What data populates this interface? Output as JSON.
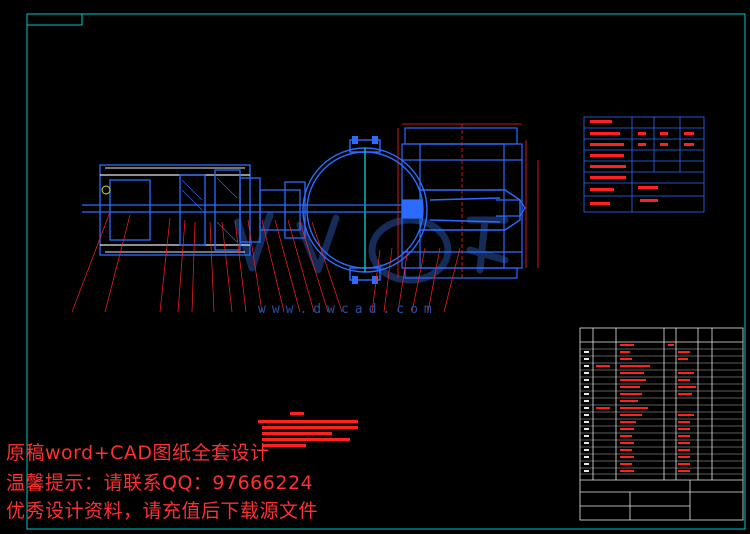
{
  "colors": {
    "background": "#000000",
    "frame": "#00c8c8",
    "drawing_blue": "#2b6cff",
    "drawing_red": "#ff2020",
    "drawing_white": "#e8e8e8",
    "drawing_yellow": "#e0e000",
    "watermark": "#2a4fa0",
    "overlay_text": "#ff3030"
  },
  "watermark": {
    "text": "www.dwcad.com"
  },
  "overlay": {
    "line1": "原稿word+CAD图纸全套设计",
    "line2": "温馨提示：请联系QQ：97666224",
    "line3": "优秀设计资料，请充值后下载源文件"
  }
}
